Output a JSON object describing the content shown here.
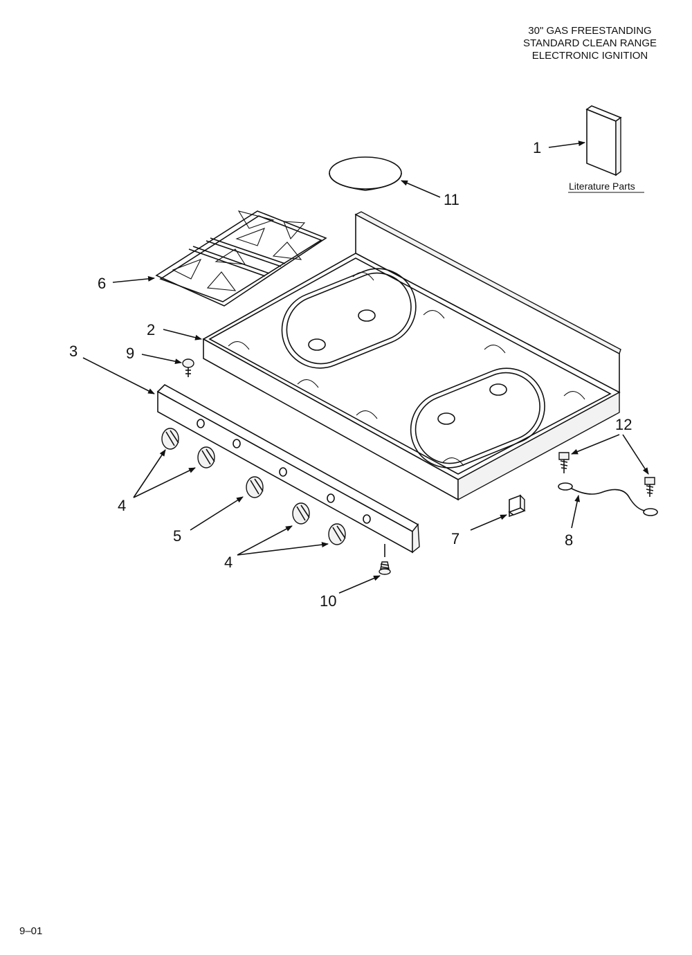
{
  "header": {
    "line1": "30\" GAS FREESTANDING",
    "line2": "STANDARD CLEAN RANGE",
    "line3": "ELECTRONIC IGNITION"
  },
  "literature_label": "Literature Parts",
  "callouts": {
    "c1": "1",
    "c2": "2",
    "c3": "3",
    "c4a": "4",
    "c4b": "4",
    "c5": "5",
    "c6": "6",
    "c7": "7",
    "c8": "8",
    "c9": "9",
    "c10": "10",
    "c11": "11",
    "c12": "12"
  },
  "footer": {
    "date_code": "9–01"
  }
}
